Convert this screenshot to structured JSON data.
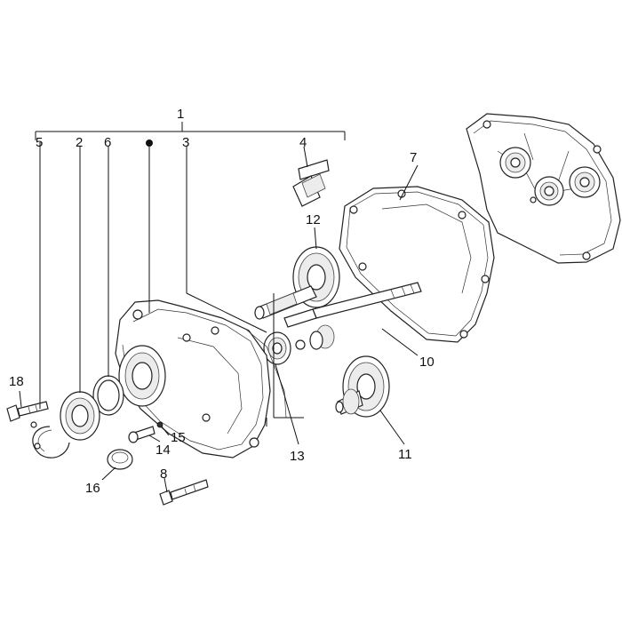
{
  "callouts": {
    "c1": "1",
    "c2": "2",
    "c3": "3",
    "c4": "4",
    "c5": "5",
    "c6": "6",
    "c7": "7",
    "c8": "8",
    "c10": "10",
    "c11": "11",
    "c12": "12",
    "c13": "13",
    "c14": "14",
    "c15": "15",
    "c16": "16",
    "c18": "18"
  },
  "colors": {
    "ink": "#111111",
    "background": "#ffffff"
  }
}
